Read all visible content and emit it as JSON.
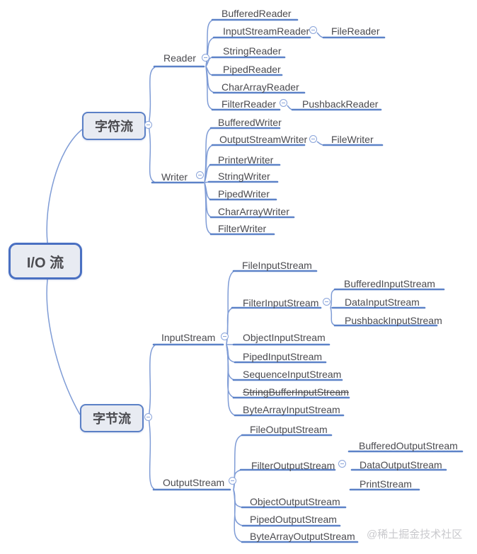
{
  "colors": {
    "branch_line": "#7f9cd6",
    "node_underline": "#5c82c8",
    "root_border": "#4a70c2",
    "node_border": "#5b80c6",
    "node_fill": "#e8ebf2",
    "text": "#4a4a4f",
    "watermark": "#c9c9cd"
  },
  "icons": {
    "collapse_button": "minus"
  },
  "mindmap": {
    "root": {
      "label": "I/O 流"
    },
    "char_stream": {
      "label": "字符流",
      "reader": {
        "label": "Reader",
        "children": [
          {
            "label": "BufferedReader"
          },
          {
            "label": "InputStreamReader",
            "children": [
              {
                "label": "FileReader"
              }
            ]
          },
          {
            "label": "StringReader"
          },
          {
            "label": "PipedReader"
          },
          {
            "label": "CharArrayReader"
          },
          {
            "label": "FilterReader",
            "children": [
              {
                "label": "PushbackReader"
              }
            ]
          }
        ]
      },
      "writer": {
        "label": "Writer",
        "children": [
          {
            "label": "BufferedWriter"
          },
          {
            "label": "OutputStreamWriter",
            "children": [
              {
                "label": "FileWriter"
              }
            ]
          },
          {
            "label": "PrinterWriter"
          },
          {
            "label": "StringWriter"
          },
          {
            "label": "PipedWriter"
          },
          {
            "label": "CharArrayWriter"
          },
          {
            "label": "FilterWriter"
          }
        ]
      }
    },
    "byte_stream": {
      "label": "字节流",
      "input_stream": {
        "label": "InputStream",
        "children": [
          {
            "label": "FileInputStream"
          },
          {
            "label": "FilterInputStream",
            "children": [
              {
                "label": "BufferedInputStream"
              },
              {
                "label": "DataInputStream"
              },
              {
                "label": "PushbackInputStream"
              }
            ]
          },
          {
            "label": "ObjectInputStream"
          },
          {
            "label": "PipedInputStream"
          },
          {
            "label": "SequenceInputStream"
          },
          {
            "label": "StringBufferInputStream",
            "deprecated": true
          },
          {
            "label": "ByteArrayInputStream"
          }
        ]
      },
      "output_stream": {
        "label": "OutputStream",
        "children": [
          {
            "label": "FileOutputStream"
          },
          {
            "label": "FilterOutputStream",
            "children": [
              {
                "label": "BufferedOutputStream"
              },
              {
                "label": "DataOutputStream"
              },
              {
                "label": "PrintStream"
              }
            ]
          },
          {
            "label": "ObjectOutputStream"
          },
          {
            "label": "PipedOutputStream"
          },
          {
            "label": "ByteArrayOutputStream"
          }
        ]
      }
    }
  },
  "watermark": {
    "label": "@稀土掘金技术社区"
  }
}
